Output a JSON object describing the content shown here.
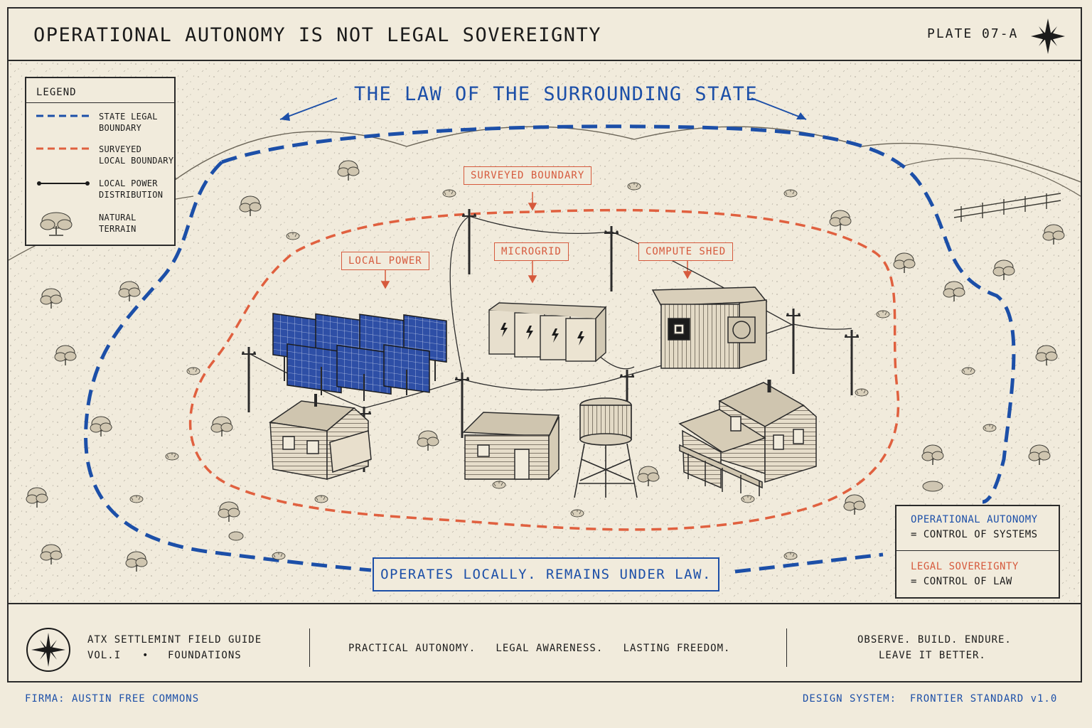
{
  "header": {
    "title": "OPERATIONAL AUTONOMY IS NOT LEGAL SOVEREIGNTY",
    "plate": "PLATE 07-A"
  },
  "legend": {
    "title": "LEGEND",
    "items": [
      {
        "label": "STATE LEGAL\nBOUNDARY",
        "color": "#1c4fa8"
      },
      {
        "label": "SURVEYED\nLOCAL BOUNDARY",
        "color": "#d65a3d"
      },
      {
        "label": "LOCAL POWER\nDISTRIBUTION",
        "color": "#1b1b1b"
      },
      {
        "label": "NATURAL\nTERRAIN",
        "color": "#1b1b1b"
      }
    ]
  },
  "map": {
    "headline": "THE LAW OF THE SURROUNDING STATE",
    "labels": {
      "surveyed_boundary": "SURVEYED BOUNDARY",
      "local_power": "LOCAL POWER",
      "microgrid": "MICROGRID",
      "compute_shed": "COMPUTE SHED"
    },
    "bottom_statement": "OPERATES LOCALLY. REMAINS UNDER LAW.",
    "colors": {
      "state": "#1c4fa8",
      "local": "#d65a3d",
      "solar": "#2e4fa6"
    }
  },
  "definitions": {
    "operational_term": "OPERATIONAL AUTONOMY",
    "operational_def": "= CONTROL OF SYSTEMS",
    "legal_term": "LEGAL SOVEREIGNTY",
    "legal_def": "= CONTROL OF LAW"
  },
  "footer": {
    "guide_line1": "ATX SETTLEMINT FIELD GUIDE",
    "guide_vol": "VOL.I",
    "guide_bullet": "•",
    "guide_section": "FOUNDATIONS",
    "tagline": "PRACTICAL AUTONOMY.   LEGAL AWARENESS.   LASTING FREEDOM.",
    "motto_line1": "OBSERVE. BUILD. ENDURE.",
    "motto_line2": "LEAVE IT BETTER.",
    "firma": "FIRMA: AUSTIN FREE COMMONS",
    "design_system": "DESIGN SYSTEM:  FRONTIER STANDARD v1.0"
  }
}
